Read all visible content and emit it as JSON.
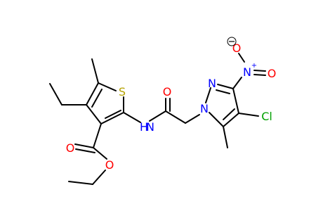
{
  "molecule": {
    "colors": {
      "bond": "#000000",
      "carbon": "#000000",
      "sulfur": "#b5a200",
      "nitrogen": "#0000ff",
      "oxygen": "#ff0000",
      "chlorine": "#00a000"
    },
    "labels": {
      "S": "S",
      "NH": "N",
      "NH_H": "H",
      "O_amide": "O",
      "O_ester_carbonyl": "O",
      "O_ester_ether": "O",
      "N1": "N",
      "N2": "N",
      "N_nitro": "N",
      "O_nitro_double": "O",
      "O_nitro_minus": "O",
      "Cl": "Cl",
      "plus": "+",
      "minus": "−"
    }
  }
}
